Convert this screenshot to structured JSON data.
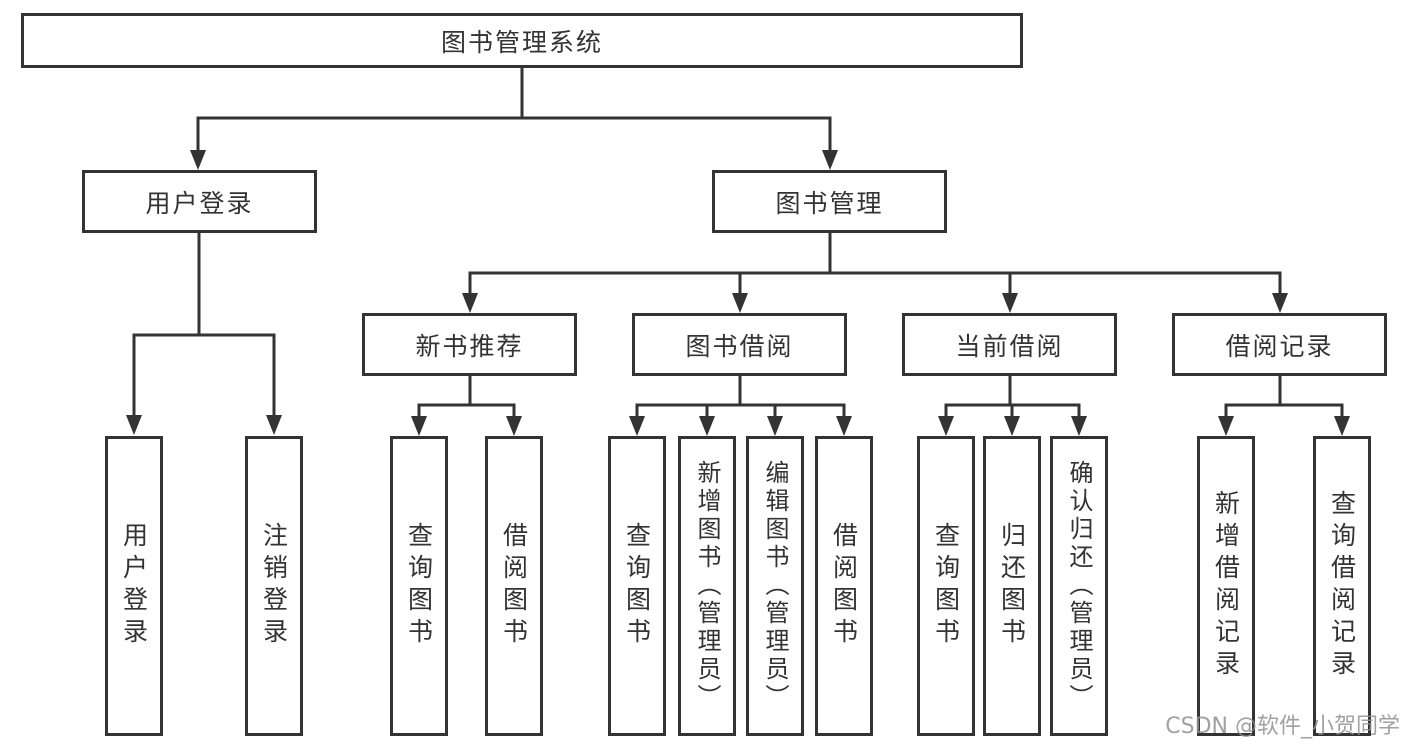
{
  "tree": {
    "root": {
      "label": "图书管理系统"
    },
    "l2": [
      {
        "label": "用户登录",
        "children": [
          {
            "label": "用户登录"
          },
          {
            "label": "注销登录"
          }
        ]
      },
      {
        "label": "图书管理",
        "children": [
          {
            "label": "新书推荐",
            "children": [
              {
                "label": "查询图书"
              },
              {
                "label": "借阅图书"
              }
            ]
          },
          {
            "label": "图书借阅",
            "children": [
              {
                "label": "查询图书"
              },
              {
                "label": "新增图书（管理员）"
              },
              {
                "label": "编辑图书（管理员）"
              },
              {
                "label": "借阅图书"
              }
            ]
          },
          {
            "label": "当前借阅",
            "children": [
              {
                "label": "查询图书"
              },
              {
                "label": "归还图书"
              },
              {
                "label": "确认归还（管理员）"
              }
            ]
          },
          {
            "label": "借阅记录",
            "children": [
              {
                "label": "新增借阅记录"
              },
              {
                "label": "查询借阅记录"
              }
            ]
          }
        ]
      }
    ]
  },
  "watermark": {
    "text": "CSDN @软件_小贺同学"
  },
  "colors": {
    "line": "#333333",
    "box_border": "#333333",
    "text": "#333333",
    "watermark": "#919191"
  }
}
